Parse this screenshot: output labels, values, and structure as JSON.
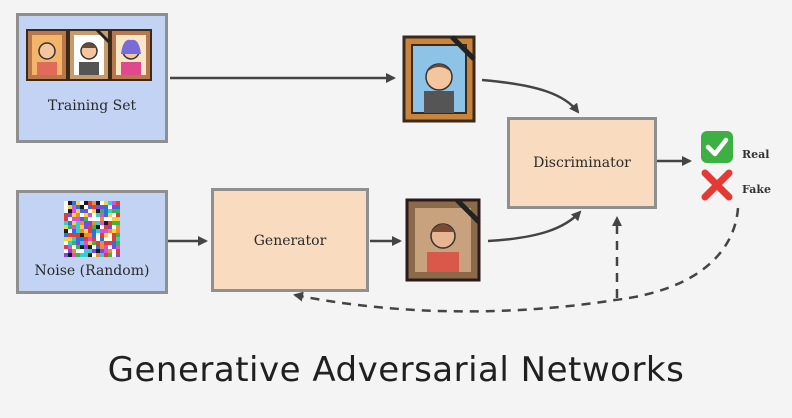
{
  "title": "Generative Adversarial Networks",
  "nodes": {
    "training_set": "Training Set",
    "noise": "Noise (Random)",
    "generator": "Generator",
    "discriminator": "Discriminator"
  },
  "outputs": {
    "real": "Real",
    "fake": "Fake"
  },
  "colors": {
    "input_box": "#c2d3f3",
    "process_box": "#f9dcc0",
    "border": "#8f8f8f",
    "arrow": "#444444",
    "check": "#3cb043",
    "cross": "#e53935"
  }
}
